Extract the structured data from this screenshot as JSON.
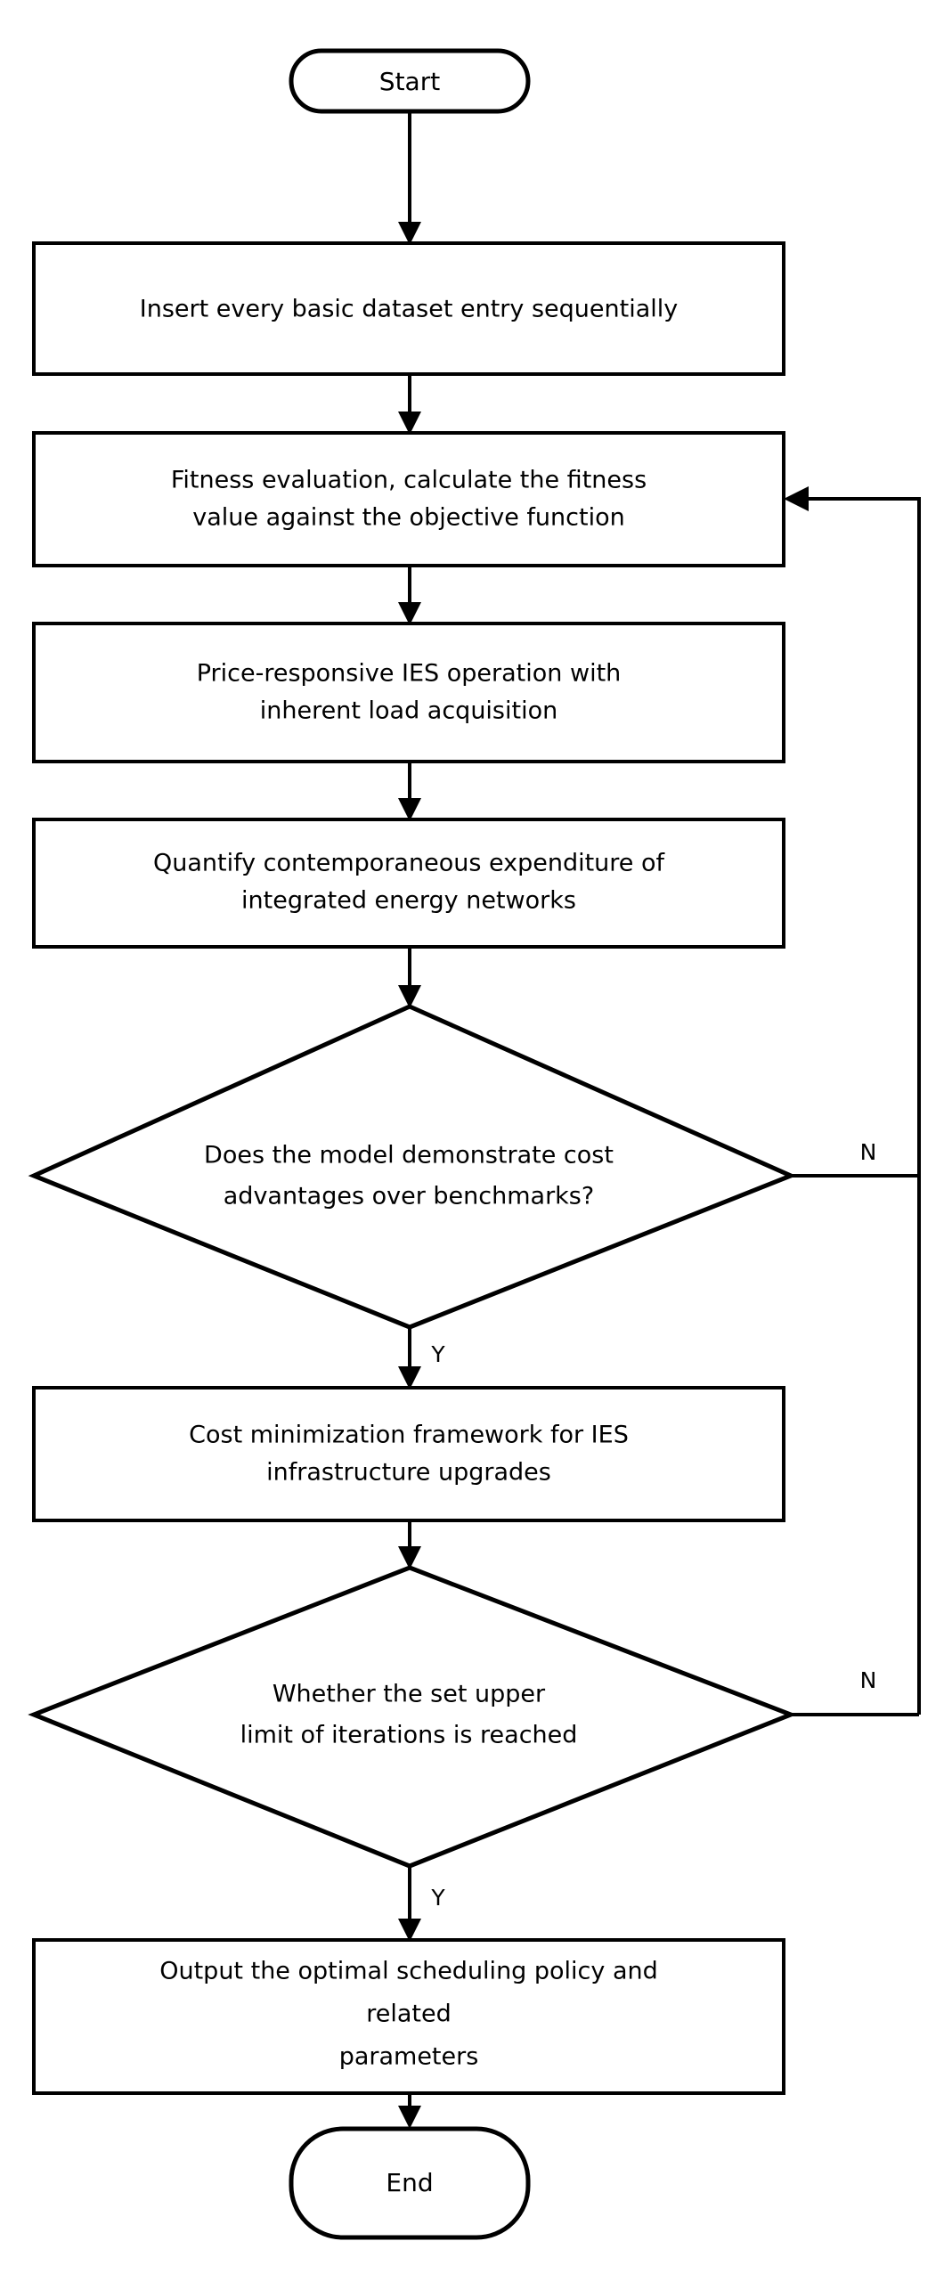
{
  "diagram": {
    "type": "flowchart",
    "title": "",
    "orientation": "top-to-bottom",
    "background_color": "#ffffff",
    "line_color": "#000000",
    "text_color": "#000000",
    "nodes": [
      {
        "id": "start",
        "shape": "terminal",
        "label": "Start"
      },
      {
        "id": "insert",
        "shape": "process",
        "line1": "Insert every basic dataset entry sequentially"
      },
      {
        "id": "fitness",
        "shape": "process",
        "line1": "Fitness evaluation, calculate the fitness",
        "line2": "value against the objective function"
      },
      {
        "id": "price",
        "shape": "process",
        "line1": "Price-responsive IES operation with",
        "line2": "inherent load acquisition"
      },
      {
        "id": "quant",
        "shape": "process",
        "line1": "Quantify contemporaneous expenditure of",
        "line2": "integrated energy networks"
      },
      {
        "id": "dec1",
        "shape": "decision",
        "line1": "Does the model demonstrate cost",
        "line2": "advantages over benchmarks?"
      },
      {
        "id": "cost",
        "shape": "process",
        "line1": "Cost minimization framework for IES",
        "line2": "infrastructure upgrades"
      },
      {
        "id": "dec2",
        "shape": "decision",
        "line1": "Whether the set upper",
        "line2": "limit of iterations is reached"
      },
      {
        "id": "output",
        "shape": "process",
        "line1": "Output the optimal scheduling policy and",
        "line2": "related",
        "line3": "parameters"
      },
      {
        "id": "end",
        "shape": "terminal",
        "label": "End"
      }
    ],
    "branch_labels": {
      "dec1_no": "N",
      "dec1_yes": "Y",
      "dec2_no": "N",
      "dec2_yes": "Y"
    },
    "edges": [
      {
        "from": "start",
        "to": "insert",
        "label": ""
      },
      {
        "from": "insert",
        "to": "fitness",
        "label": ""
      },
      {
        "from": "fitness",
        "to": "price",
        "label": ""
      },
      {
        "from": "price",
        "to": "quant",
        "label": ""
      },
      {
        "from": "quant",
        "to": "dec1",
        "label": ""
      },
      {
        "from": "dec1",
        "to": "cost",
        "label": "Y"
      },
      {
        "from": "dec1",
        "to": "fitness",
        "label": "N"
      },
      {
        "from": "cost",
        "to": "dec2",
        "label": ""
      },
      {
        "from": "dec2",
        "to": "output",
        "label": "Y"
      },
      {
        "from": "dec2",
        "to": "fitness",
        "label": "N"
      },
      {
        "from": "output",
        "to": "end",
        "label": ""
      }
    ]
  }
}
